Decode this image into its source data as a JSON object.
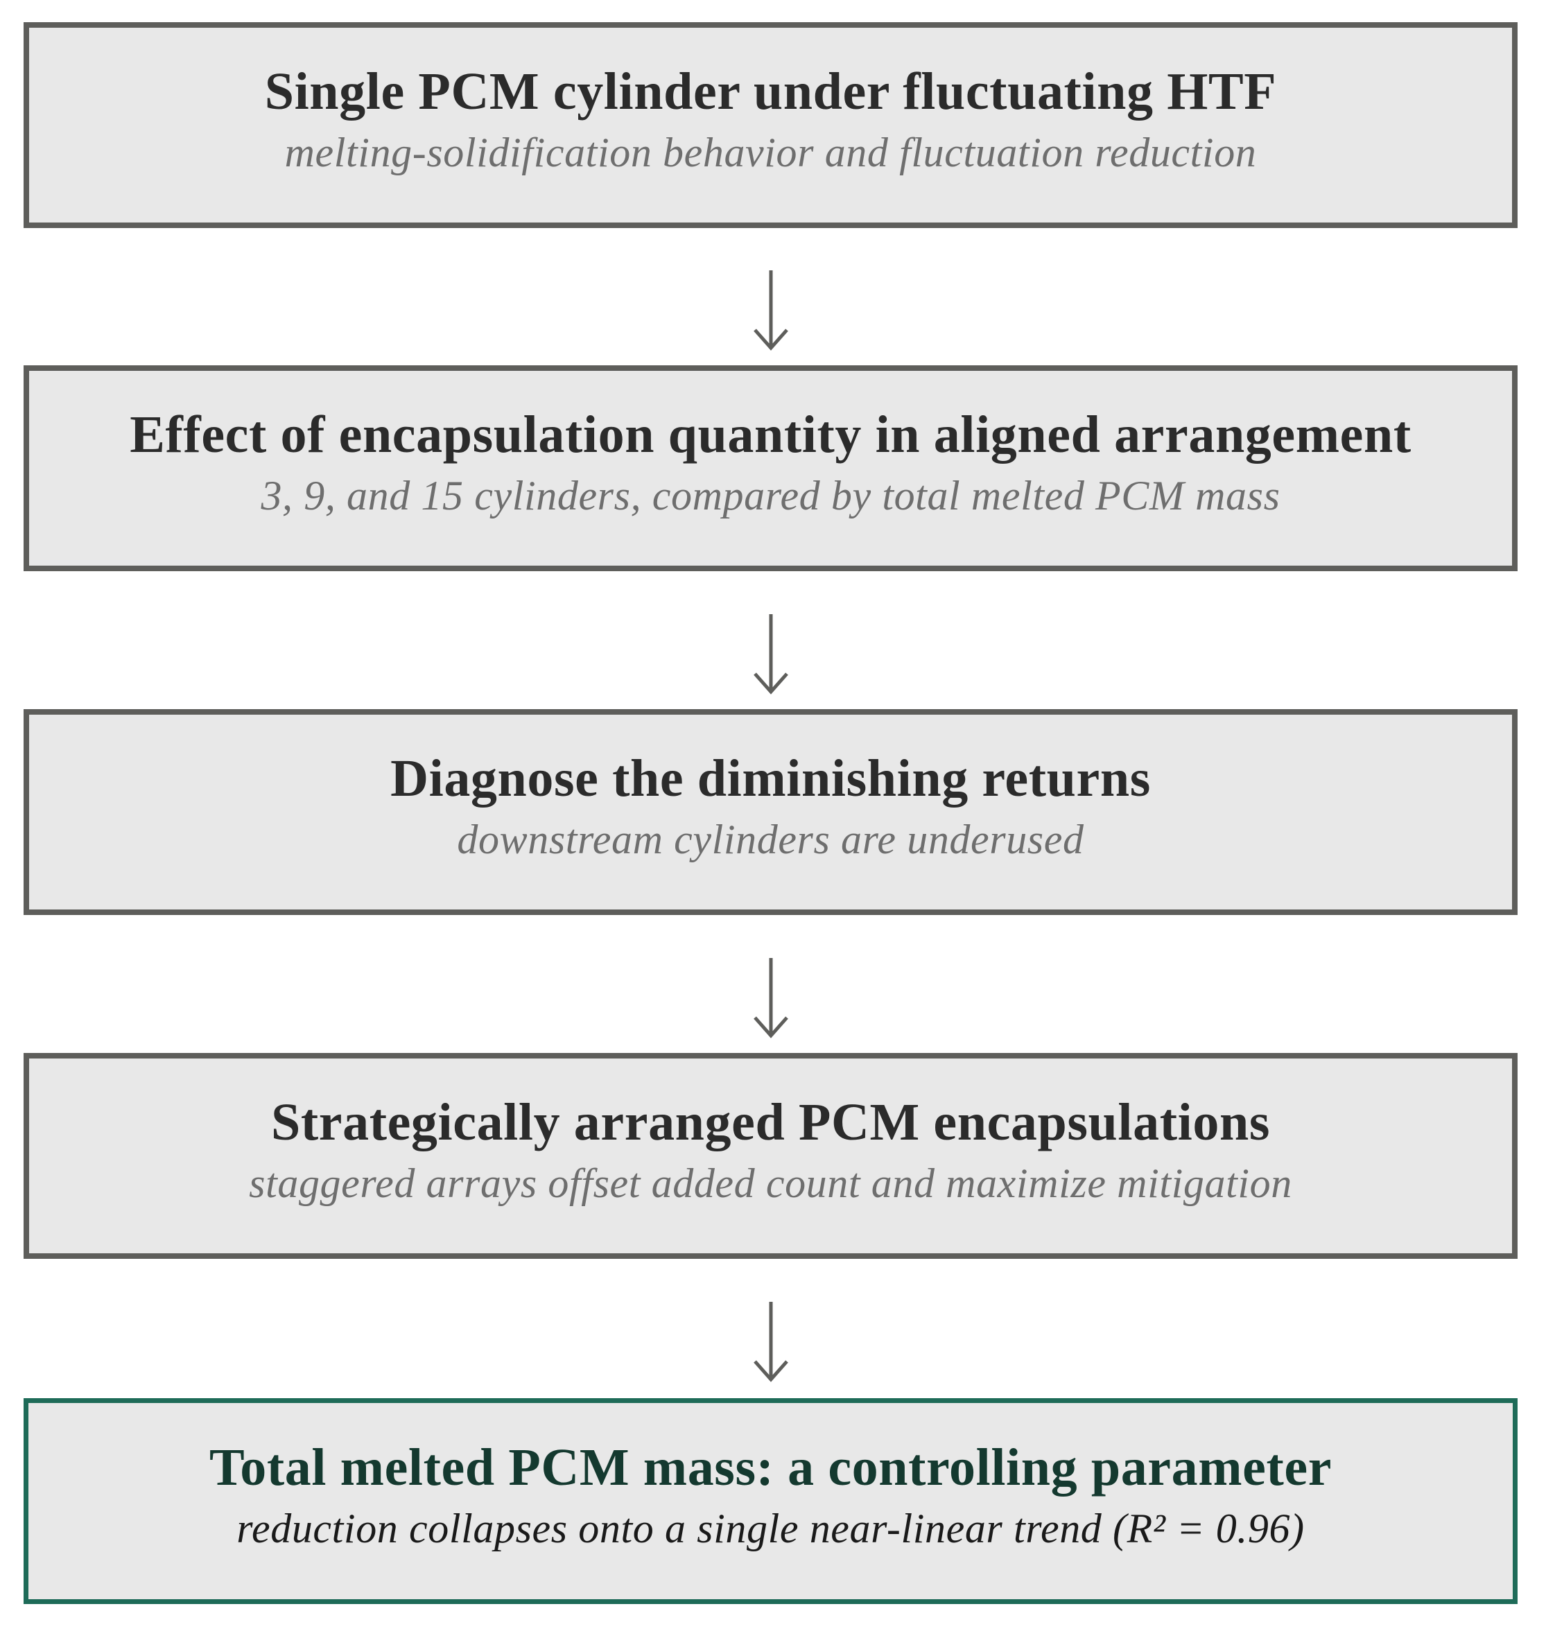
{
  "steps": [
    {
      "title": "Single PCM cylinder under fluctuating HTF",
      "subtitle": "melting-solidification behavior and fluctuation reduction"
    },
    {
      "title": "Effect of encapsulation quantity in aligned arrangement",
      "subtitle": "3, 9, and 15 cylinders, compared by total melted PCM mass"
    },
    {
      "title": "Diagnose the diminishing returns",
      "subtitle": "downstream cylinders are underused"
    },
    {
      "title": "Strategically arranged PCM encapsulations",
      "subtitle": "staggered arrays offset added count and maximize mitigation"
    },
    {
      "title": "Total melted PCM mass: a controlling parameter",
      "subtitle": "reduction collapses onto a single near-linear trend (R² = 0.96)"
    }
  ],
  "colors": {
    "box_fill": "#e8e8e8",
    "box_border": "#5e5e5b",
    "final_border": "#1e6b58",
    "final_title": "#14392f",
    "arrow": "#5e5e5b"
  },
  "icons": {
    "connector": "down-arrow-icon"
  }
}
